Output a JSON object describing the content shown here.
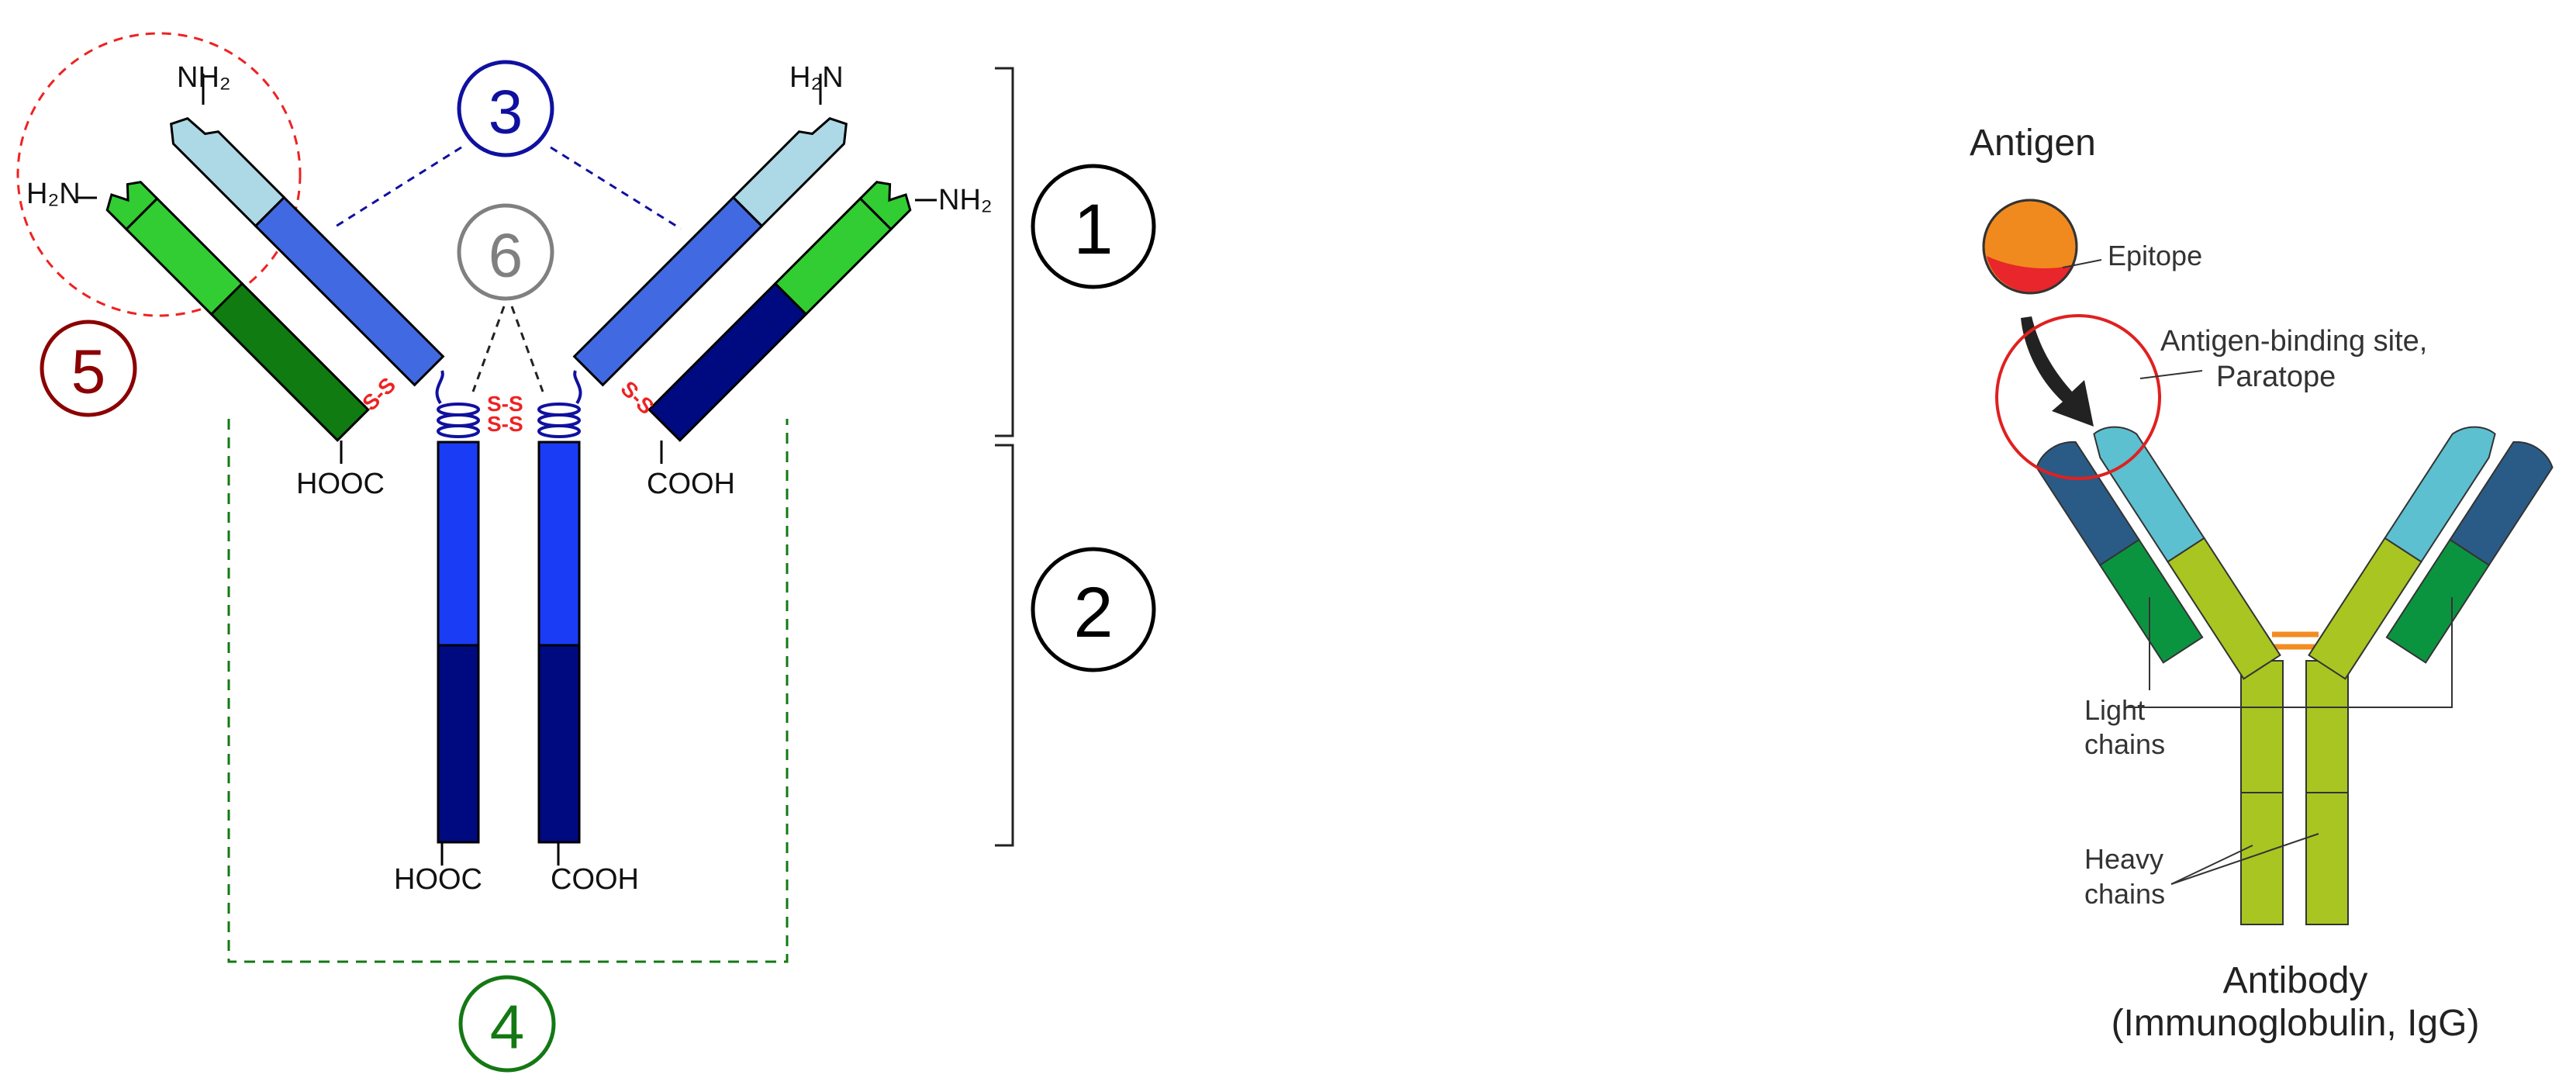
{
  "left_diagram": {
    "callouts": [
      "1",
      "2",
      "3",
      "4",
      "5",
      "6"
    ],
    "termini": {
      "nh2": "NH₂",
      "h2n": "H₂N",
      "hooc": "HOOC",
      "cooh": "COOH"
    },
    "disulfide": "S-S",
    "colors": {
      "heavy_variable": "#4169e1",
      "heavy_constant_light": "#1a3cf5",
      "heavy_constant_dark": "#000a80",
      "light_variable": "#32cd32",
      "light_constant": "#107b10",
      "heavy_tip": "#add8e6",
      "callout_1": "#000000",
      "callout_2": "#000000",
      "callout_3": "#1010a0",
      "callout_4": "#147814",
      "callout_5": "#8b0000",
      "callout_6": "#808080",
      "disulfide": "#ee2222"
    }
  },
  "right_diagram": {
    "antigen": "Antigen",
    "epitope": "Epitope",
    "paratope_line1": "Antigen-binding site,",
    "paratope_line2": "Paratope",
    "light_line1": "Light",
    "light_line2": "chains",
    "heavy_line1": "Heavy",
    "heavy_line2": "chains",
    "title_line1": "Antibody",
    "title_line2": "(Immunoglobulin, IgG)",
    "colors": {
      "heavy": "#a9c521",
      "heavy_tip": "#5cc0d0",
      "light_dark": "#2a5b86",
      "light_green": "#0b9440",
      "antigen": "#f08a1e",
      "epitope": "#e8262b",
      "hinge": "#f28d22",
      "circle": "#e02020"
    }
  }
}
